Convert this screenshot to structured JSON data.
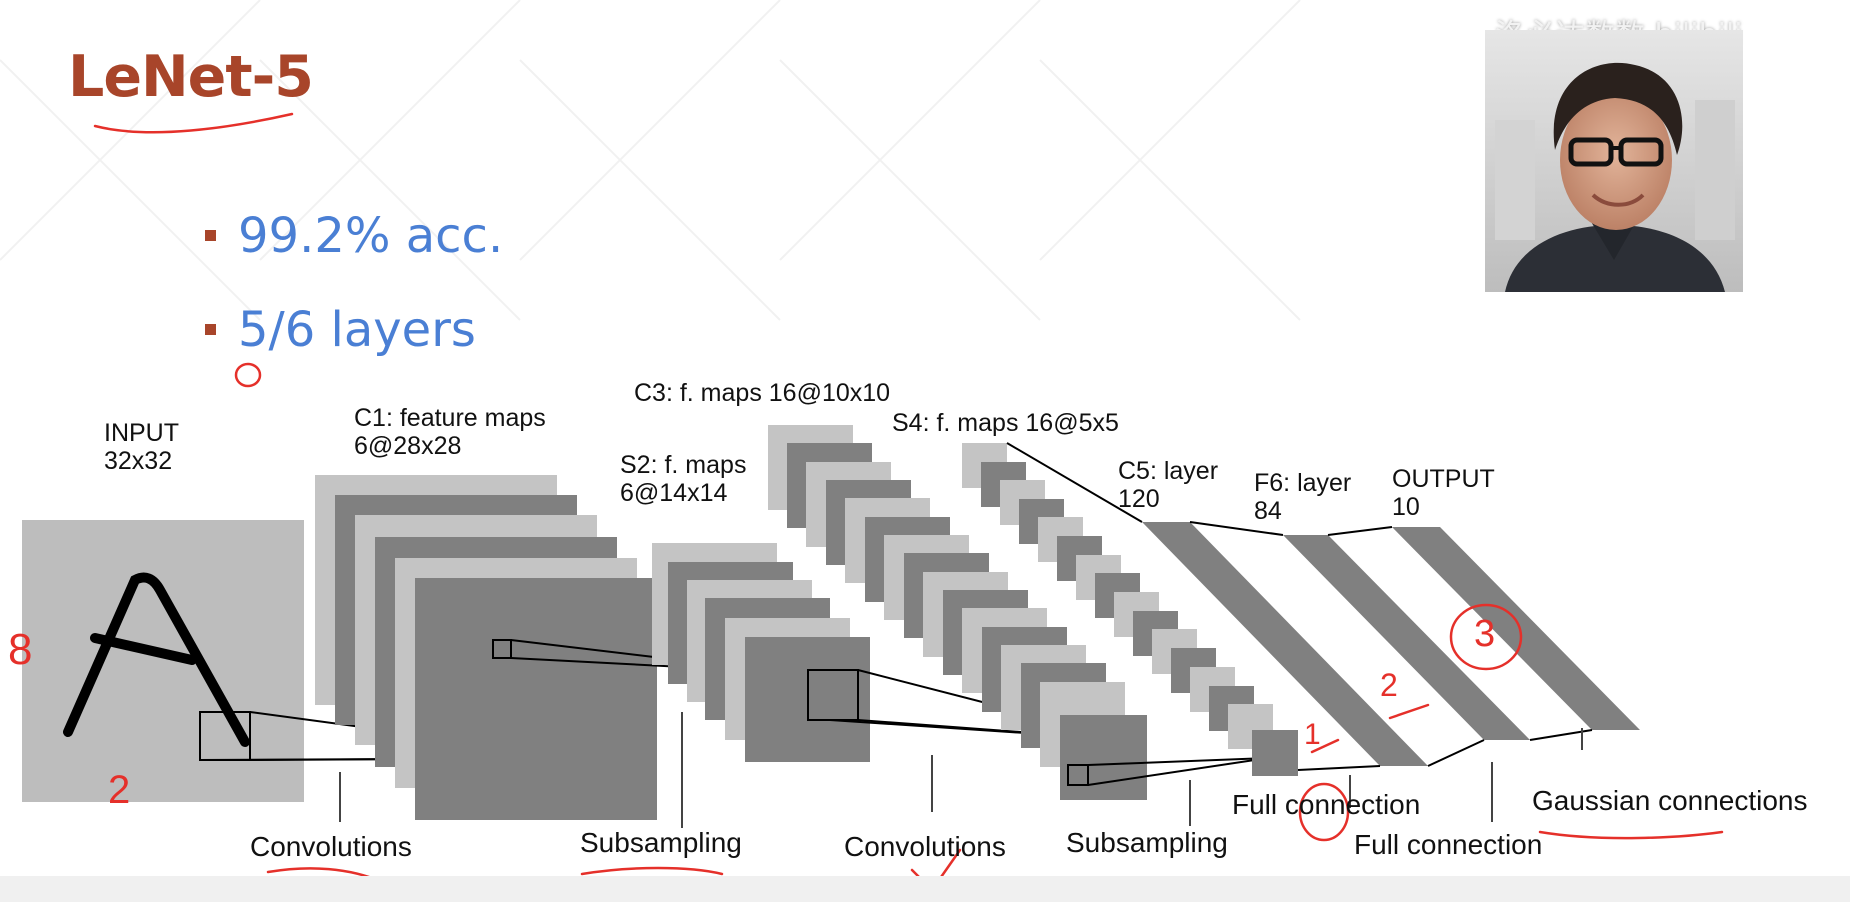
{
  "slide": {
    "title": "LeNet-5",
    "bullets": [
      "99.2% acc.",
      "5/6 layers"
    ],
    "watermark": "洛必达数数 bilibili",
    "colors": {
      "title": "#a8452a",
      "bullet_text": "#4a7fd4",
      "bullet_marker": "#a8452a",
      "annotation": "#e5302a"
    }
  },
  "diagram": {
    "layers": [
      {
        "id": "input",
        "label": "INPUT\n32x32"
      },
      {
        "id": "c1",
        "label": "C1: feature maps\n6@28x28"
      },
      {
        "id": "s2",
        "label": "S2: f. maps\n6@14x14"
      },
      {
        "id": "c3",
        "label": "C3: f. maps 16@10x10"
      },
      {
        "id": "s4",
        "label": "S4: f. maps 16@5x5"
      },
      {
        "id": "c5",
        "label": "C5: layer\n120"
      },
      {
        "id": "f6",
        "label": "F6: layer\n84"
      },
      {
        "id": "output",
        "label": "OUTPUT\n10"
      }
    ],
    "operations": [
      "Convolutions",
      "Subsampling",
      "Convolutions",
      "Subsampling",
      "Full connection",
      "Full connection",
      "Gaussian connections"
    ]
  },
  "annotations": {
    "digit_8": "8",
    "digit_2": "2",
    "num_1": "1",
    "num_2": "2",
    "num_3": "3"
  }
}
